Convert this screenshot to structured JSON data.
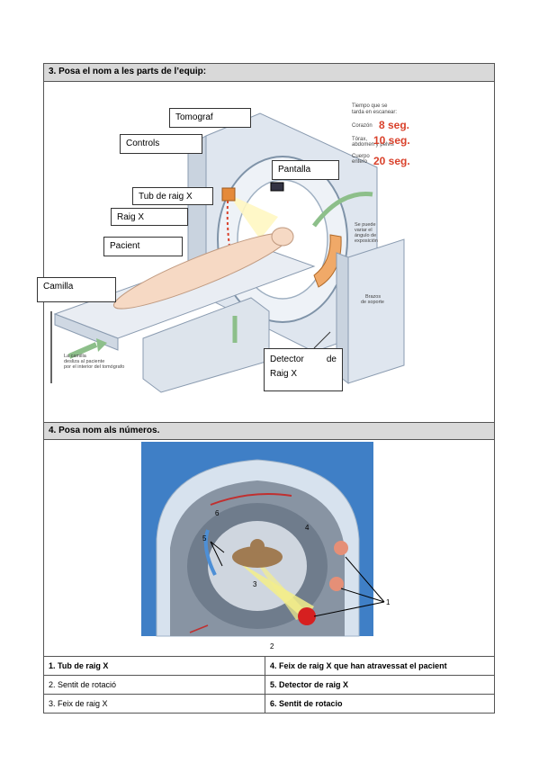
{
  "section3": {
    "title": "3. Posa el nom a les parts de l’equip:",
    "labels": {
      "tomograf": "Tomograf",
      "controls": "Controls",
      "pantalla": "Pantalla",
      "tub": "Tub de raig X",
      "raig": "Raig X",
      "pacient": "Pacient",
      "camilla": "Camilla",
      "detector_a": "Detector",
      "detector_b": "de",
      "detector_c": "Raig X"
    },
    "infographic": {
      "time_title_1": "Tiempo que se",
      "time_title_2": "tarda en escanear:",
      "corazon": "Corazón",
      "corazon_val": "8 seg.",
      "torax_1": "Tórax,",
      "torax_2": "abdomen y pelvis",
      "torax_val": "10 seg.",
      "cuerpo_1": "Cuerpo",
      "cuerpo_2": "entero",
      "cuerpo_val": "20 seg.",
      "angulo_1": "Se puede",
      "angulo_2": "variar el",
      "angulo_3": "ángulo de",
      "angulo_4": "exposición",
      "brazos_1": "Brazos",
      "brazos_2": "de soporte",
      "camilla_1": "La camilla",
      "camilla_2": "desliza al paciente",
      "camilla_3": "por el interior del tomógrafo"
    }
  },
  "section4": {
    "title": "4. Posa nom als números.",
    "numbers": [
      "1",
      "2",
      "3",
      "4",
      "5",
      "6"
    ],
    "answers": [
      [
        "1.   Tub de raig X",
        "4. Feix de raig X que han atravessat el pacient"
      ],
      [
        "2. Sentit de rotació",
        "5. Detector de raig X"
      ],
      [
        "3. Feix de raig X",
        "6. Sentit de rotacio"
      ]
    ]
  },
  "colors": {
    "header_bg": "#d9d9d9",
    "accent_red": "#d9412b",
    "scanner_blue": "#2f6fb3"
  }
}
